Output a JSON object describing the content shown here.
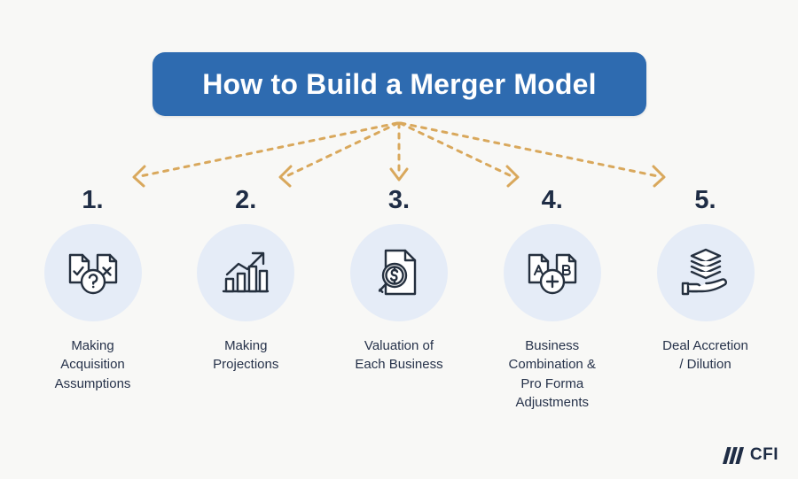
{
  "page": {
    "background_color": "#f8f8f6",
    "title": "How to Build a Merger Model",
    "title_box_color": "#2e6bb0",
    "title_text_color": "#ffffff"
  },
  "arrows": {
    "color": "#d9a85c",
    "style": "dashed",
    "hub_label": "title-hub",
    "count": 5
  },
  "steps": [
    {
      "number": "1.",
      "icon": "documents-check-cross-question-icon",
      "label": "Making\nAcquisition\nAssumptions"
    },
    {
      "number": "2.",
      "icon": "bar-chart-growth-arrow-icon",
      "label": "Making\nProjections"
    },
    {
      "number": "3.",
      "icon": "document-magnifier-dollar-icon",
      "label": "Valuation of\nEach Business"
    },
    {
      "number": "4.",
      "icon": "documents-a-b-plus-icon",
      "label": "Business\nCombination &\nPro Forma\nAdjustments"
    },
    {
      "number": "5.",
      "icon": "hand-holding-layers-icon",
      "label": "Deal Accretion\n/ Dilution"
    }
  ],
  "theme": {
    "circle_fill": "#e5ecf7",
    "icon_stroke": "#25303f",
    "number_color": "#1f2d45",
    "label_color": "#26324a"
  },
  "logo": {
    "text": "CFI",
    "mark": "cfi-bars-icon",
    "color": "#1f2d45"
  }
}
